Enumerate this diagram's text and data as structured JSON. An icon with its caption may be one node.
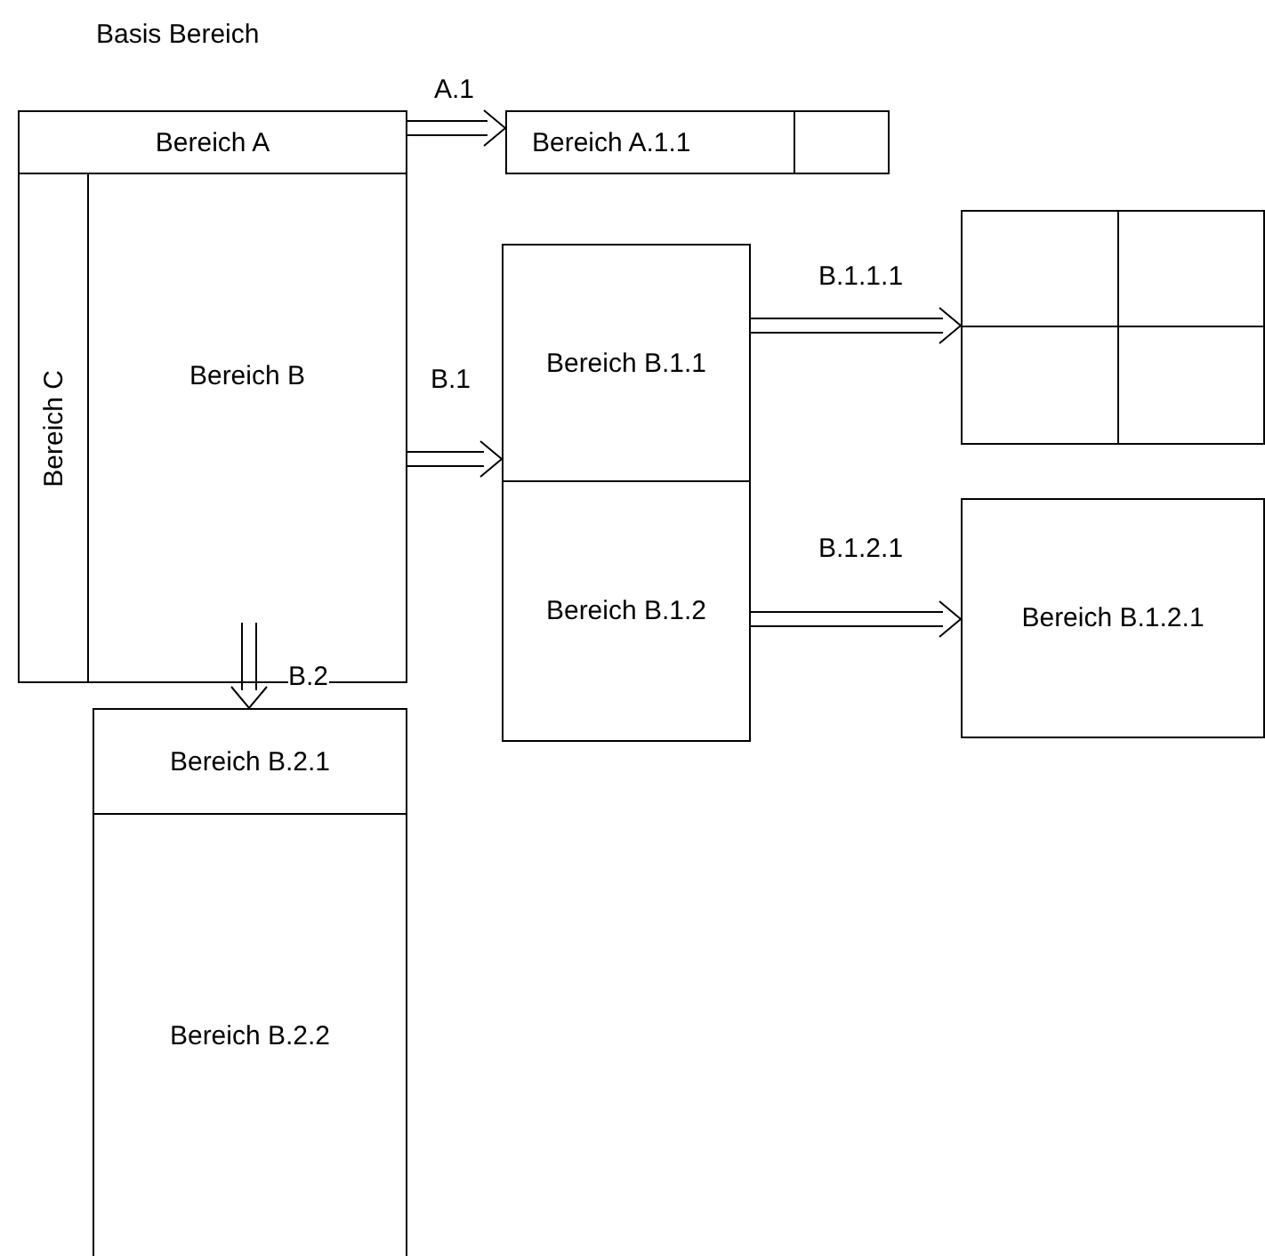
{
  "diagram": {
    "nodes": [
      {
        "text": [
          "Basis Bereich"
        ]
      },
      {
        "text": [
          "Bereich A"
        ],
        "in": 0
      },
      {
        "text": [
          "Bereich C"
        ],
        "in": 0
      },
      {
        "text": [
          "Bereich B"
        ],
        "in": 0
      },
      {
        "text": [
          "Bereich A.1.1"
        ]
      },
      {
        "text": [],
        "shape": "box",
        "in": 4
      },
      {
        "text": [
          "Bereich B.1.1"
        ]
      },
      {
        "text": [
          "Bereich B.1.2"
        ]
      },
      {
        "text": [],
        "shape": "box"
      },
      {
        "text": [
          "Bereich B.1.2.1"
        ]
      },
      {
        "text": [
          "Bereich B.2.1"
        ]
      },
      {
        "text": [
          "Bereich B.2.2"
        ]
      }
    ],
    "edges": [
      {
        "from": 1,
        "to": 4,
        "arrow": "to",
        "label": "A.1"
      },
      {
        "from": 3,
        "to": 6,
        "arrow": "to",
        "label": "B.1"
      },
      {
        "from": 6,
        "to": 8,
        "arrow": "to",
        "label": "B.1.1.1"
      },
      {
        "from": 7,
        "to": 9,
        "arrow": "to",
        "label": "B.1.2.1"
      },
      {
        "from": 3,
        "to": 10,
        "arrow": "to",
        "label": "B.2"
      }
    ]
  }
}
